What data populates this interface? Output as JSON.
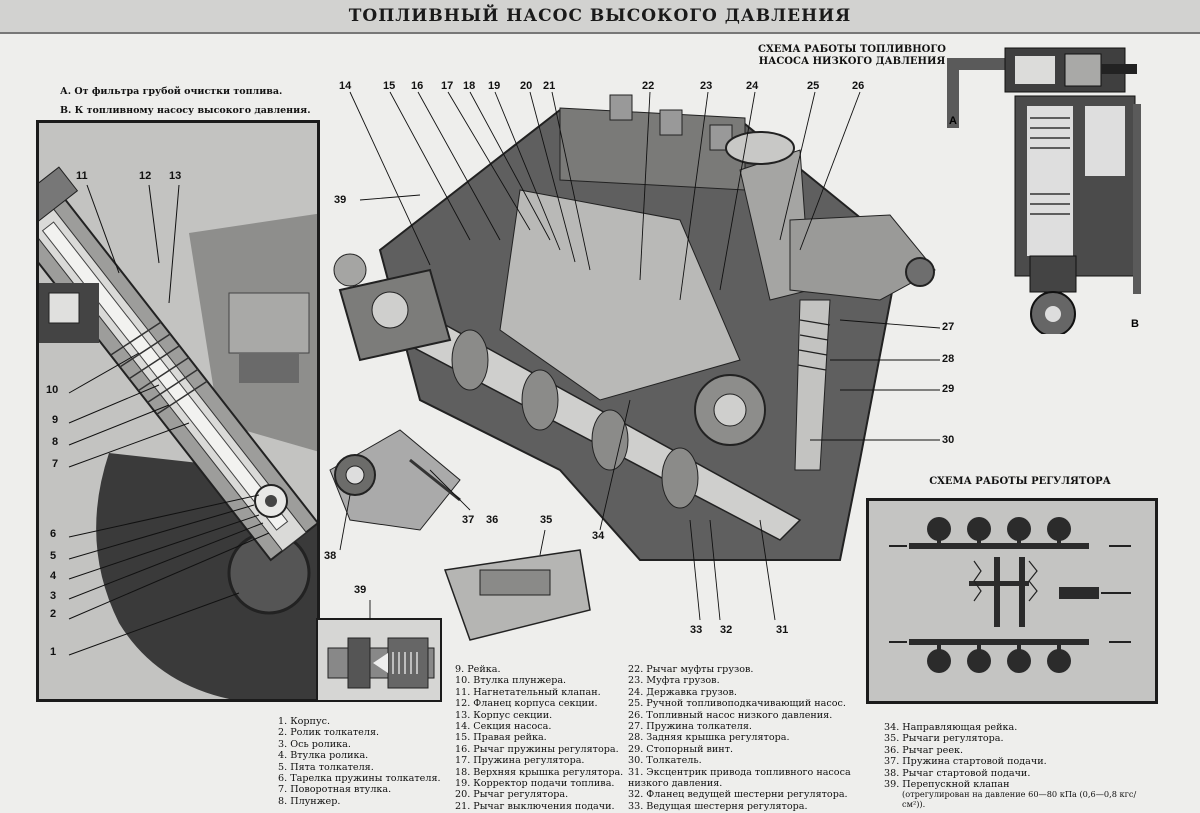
{
  "title": "ТОПЛИВНЫЙ НАСОС ВЫСОКОГО ДАВЛЕНИЯ",
  "legend": {
    "a": "А. От фильтра грубой очистки топлива.",
    "b": "В. К топливному насосу высокого давления."
  },
  "schemes": {
    "low_pressure_title": "СХЕМА РАБОТЫ ТОПЛИВНОГО НАСОСА НИЗКОГО ДАВЛЕНИЯ",
    "low_pressure_label_a": "А",
    "low_pressure_label_b": "В",
    "regulator_title": "СХЕМА РАБОТЫ РЕГУЛЯТОРА"
  },
  "callouts": {
    "c1": "1",
    "c2": "2",
    "c3": "3",
    "c4": "4",
    "c5": "5",
    "c6": "6",
    "c7": "7",
    "c8": "8",
    "c9": "9",
    "c10": "10",
    "c11": "11",
    "c12": "12",
    "c13": "13",
    "c14": "14",
    "c15": "15",
    "c16": "16",
    "c17": "17",
    "c18": "18",
    "c19": "19",
    "c20": "20",
    "c21": "21",
    "c22": "22",
    "c23": "23",
    "c24": "24",
    "c25": "25",
    "c26": "26",
    "c27": "27",
    "c28": "28",
    "c29": "29",
    "c30": "30",
    "c31": "31",
    "c32": "32",
    "c33": "33",
    "c34": "34",
    "c35": "35",
    "c36": "36",
    "c37": "37",
    "c38": "38",
    "c39a": "39",
    "c39b": "39"
  },
  "parts": {
    "col1": [
      "1. Корпус.",
      "2. Ролик толкателя.",
      "3. Ось ролика.",
      "4. Втулка ролика.",
      "5. Пята толкателя.",
      "6. Тарелка пружины толкателя.",
      "7. Поворотная втулка.",
      "8. Плунжер."
    ],
    "col2": [
      "9. Рейка.",
      "10. Втулка плунжера.",
      "11. Нагнетательный клапан.",
      "12. Фланец корпуса секции.",
      "13. Корпус секции.",
      "14. Секция насоса.",
      "15. Правая рейка.",
      "16. Рычаг пружины регулятора.",
      "17. Пружина регулятора.",
      "18. Верхняя крышка регулятора.",
      "19. Корректор подачи топлива.",
      "20. Рычаг регулятора.",
      "21. Рычаг выключения подачи."
    ],
    "col3": [
      "22. Рычаг муфты грузов.",
      "23. Муфта грузов.",
      "24. Державка грузов.",
      "25. Ручной топливоподкачивающий насос.",
      "26. Топливный насос низкого давления.",
      "27. Пружина толкателя.",
      "28. Задняя крышка регулятора.",
      "29. Стопорный винт.",
      "30. Толкатель.",
      "31. Эксцентрик привода топливного насоса низкого давления.",
      "32. Фланец ведущей шестерни регулятора.",
      "33. Ведущая шестерня регулятора."
    ],
    "col4": [
      "34. Направляющая рейка.",
      "35. Рычаги регулятора.",
      "36. Рычаг реек.",
      "37. Пружина стартовой подачи.",
      "38. Рычаг стартовой подачи.",
      "39. Перепускной клапан"
    ],
    "col4_note": "(отрегулирован на давление 60—80 кПа (0,6—0,8 кгс/см²))."
  }
}
